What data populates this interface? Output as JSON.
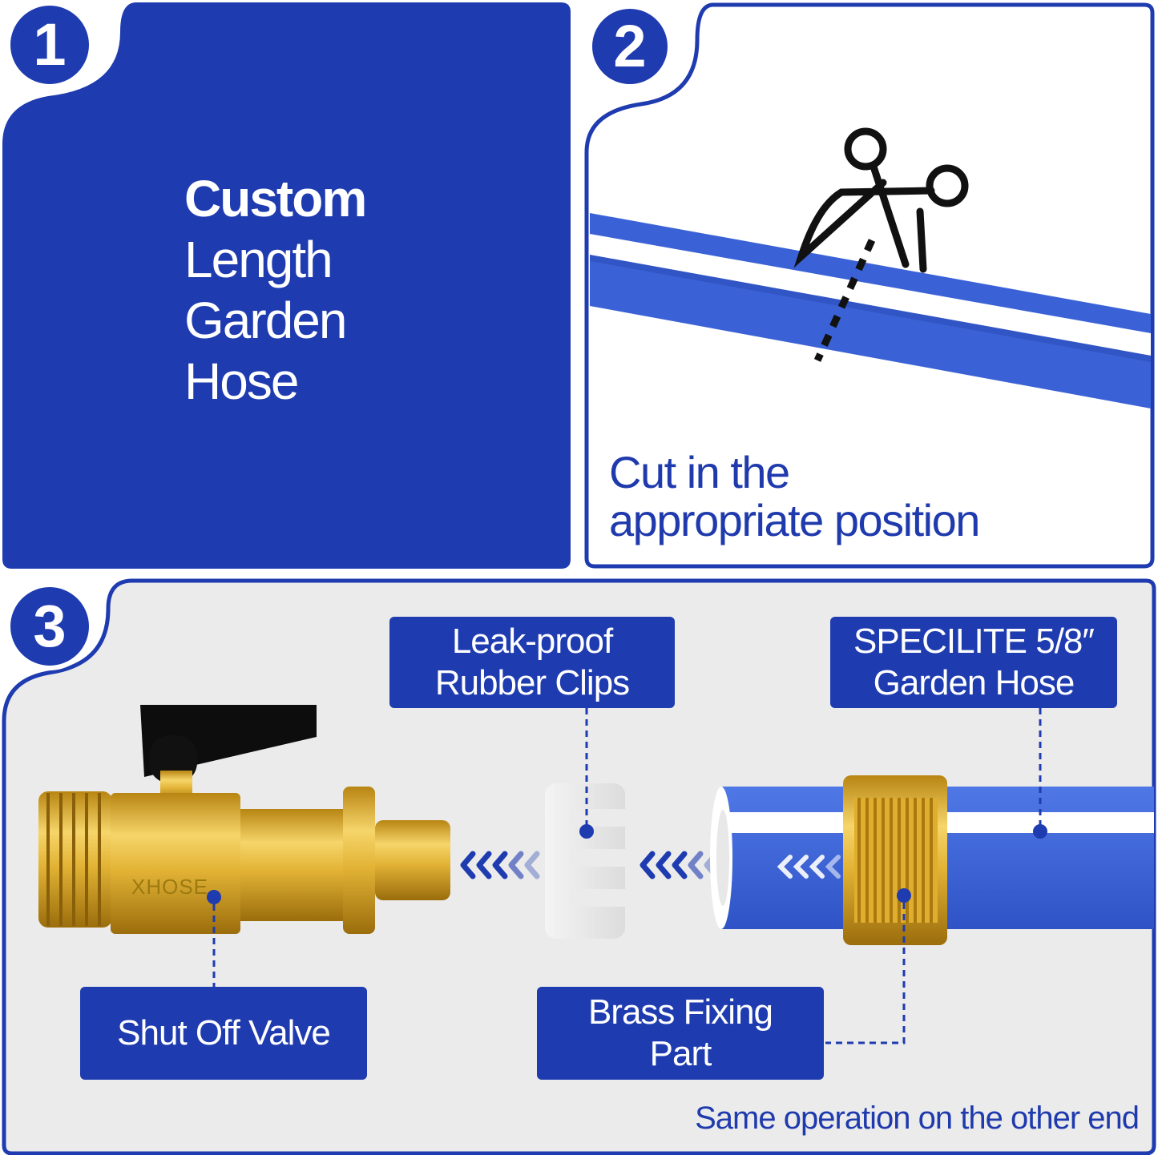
{
  "steps": [
    {
      "number": "1",
      "title_bold": "Custom",
      "title_lines": [
        "Length",
        "Garden",
        "Hose"
      ]
    },
    {
      "number": "2",
      "caption_lines": [
        "Cut in the",
        "appropriate position"
      ]
    },
    {
      "number": "3"
    }
  ],
  "labels": {
    "rubber_clips": [
      "Leak-proof",
      "Rubber Clips"
    ],
    "hose": [
      "SPECILITE 5/8″",
      "Garden Hose"
    ],
    "valve": "Shut Off Valve",
    "brass": [
      "Brass Fixing",
      "Part"
    ]
  },
  "brand_mark": "XHOSE",
  "footer": "Same operation on the other end",
  "colors": {
    "brand_blue": "#1e3bb0",
    "hose_blue": "#3a62d6",
    "brass": "#d9a82a",
    "panel_grey": "#ebebeb"
  },
  "icons": [
    "scissors-icon",
    "chevron-arrow-icon"
  ]
}
